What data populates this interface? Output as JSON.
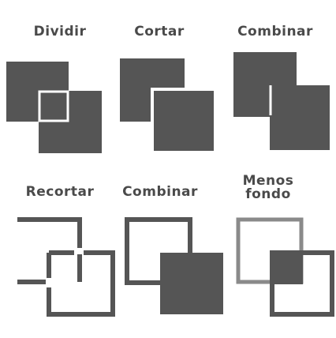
{
  "colors": {
    "fill": "#555555",
    "stroke": "#555555",
    "light_stroke": "#8a8a8a",
    "background": "#ffffff"
  },
  "operations": [
    {
      "id": "dividir",
      "label": "Dividir"
    },
    {
      "id": "cortar",
      "label": "Cortar"
    },
    {
      "id": "combinar-fill",
      "label": "Combinar"
    },
    {
      "id": "recortar",
      "label": "Recortar"
    },
    {
      "id": "combinar-outline",
      "label": "Combinar"
    },
    {
      "id": "menos-fondo",
      "label": "Menos\nfondo"
    }
  ]
}
